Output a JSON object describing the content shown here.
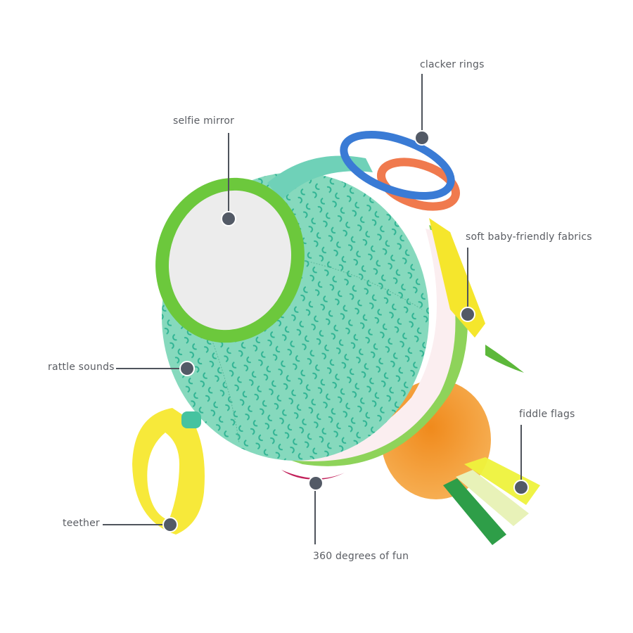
{
  "image": {
    "subject": "baby activity ball toy with callouts",
    "background": "#ffffff"
  },
  "callouts": [
    {
      "id": "clacker-rings",
      "label": "clacker rings"
    },
    {
      "id": "selfie-mirror",
      "label": "selfie mirror"
    },
    {
      "id": "soft-fabrics",
      "label": "soft baby-friendly fabrics"
    },
    {
      "id": "rattle-sounds",
      "label": "rattle sounds"
    },
    {
      "id": "fiddle-flags",
      "label": "fiddle flags"
    },
    {
      "id": "teether",
      "label": "teether"
    },
    {
      "id": "360-fun",
      "label": "360 degrees of fun"
    }
  ],
  "colors": {
    "callout_line": "#4f545c",
    "callout_dot": "#535a66",
    "label_text": "#5a5d63",
    "ball_teal": "#7fd6b8",
    "ball_pattern": "#2fb393",
    "mirror_rim": "#6cc83c",
    "mirror_glass": "#ececec",
    "ring_blue": "#3a7bd5",
    "ring_orange": "#f07a4e",
    "teether_yellow": "#f7e93a",
    "plush_orange": "#f29a2e",
    "trim_green": "#8ed35a",
    "flag_dark_green": "#2e9e48"
  }
}
